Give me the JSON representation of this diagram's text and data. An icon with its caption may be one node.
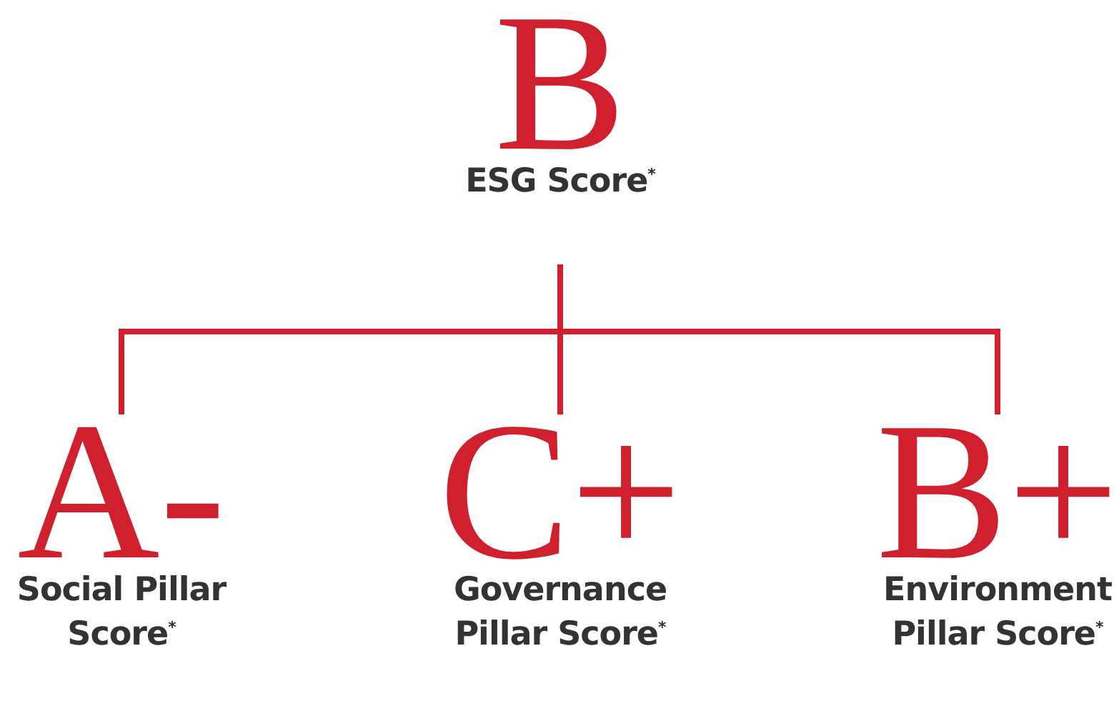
{
  "diagram": {
    "nodes": [
      {
        "text": [
          "B",
          "ESG Score$^{*}$"
        ]
      },
      {
        "text": [
          "A-",
          "Social Pillar Score$^{*}$"
        ]
      },
      {
        "text": [
          "C+",
          "Governance Pillar Score$^{*}$"
        ]
      },
      {
        "text": [
          "B+",
          "Environment Pillar Score$^{*}$"
        ]
      }
    ],
    "edges": [
      {
        "from": 0,
        "to": 1,
        "arrow": "none"
      },
      {
        "from": 0,
        "to": 2,
        "arrow": "none"
      },
      {
        "from": 0,
        "to": 3,
        "arrow": "none"
      }
    ]
  }
}
